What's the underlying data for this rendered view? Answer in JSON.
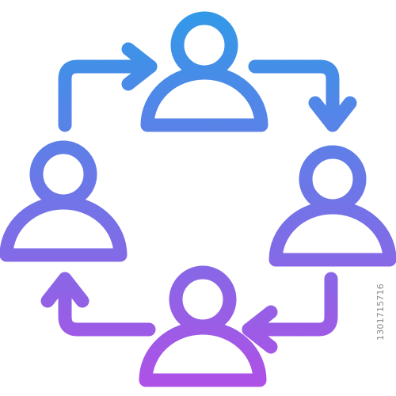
{
  "icon": {
    "name": "team-rotation-cycle-icon",
    "people": [
      "person-top",
      "person-right",
      "person-bottom",
      "person-left"
    ],
    "arrows": [
      "arrow-top-right",
      "arrow-right-bottom",
      "arrow-bottom-left",
      "arrow-left-top"
    ],
    "gradient_colors": {
      "top": "#2e9be8",
      "bottom": "#b24fe6"
    }
  },
  "watermark": {
    "stock_id": "1301715716"
  }
}
